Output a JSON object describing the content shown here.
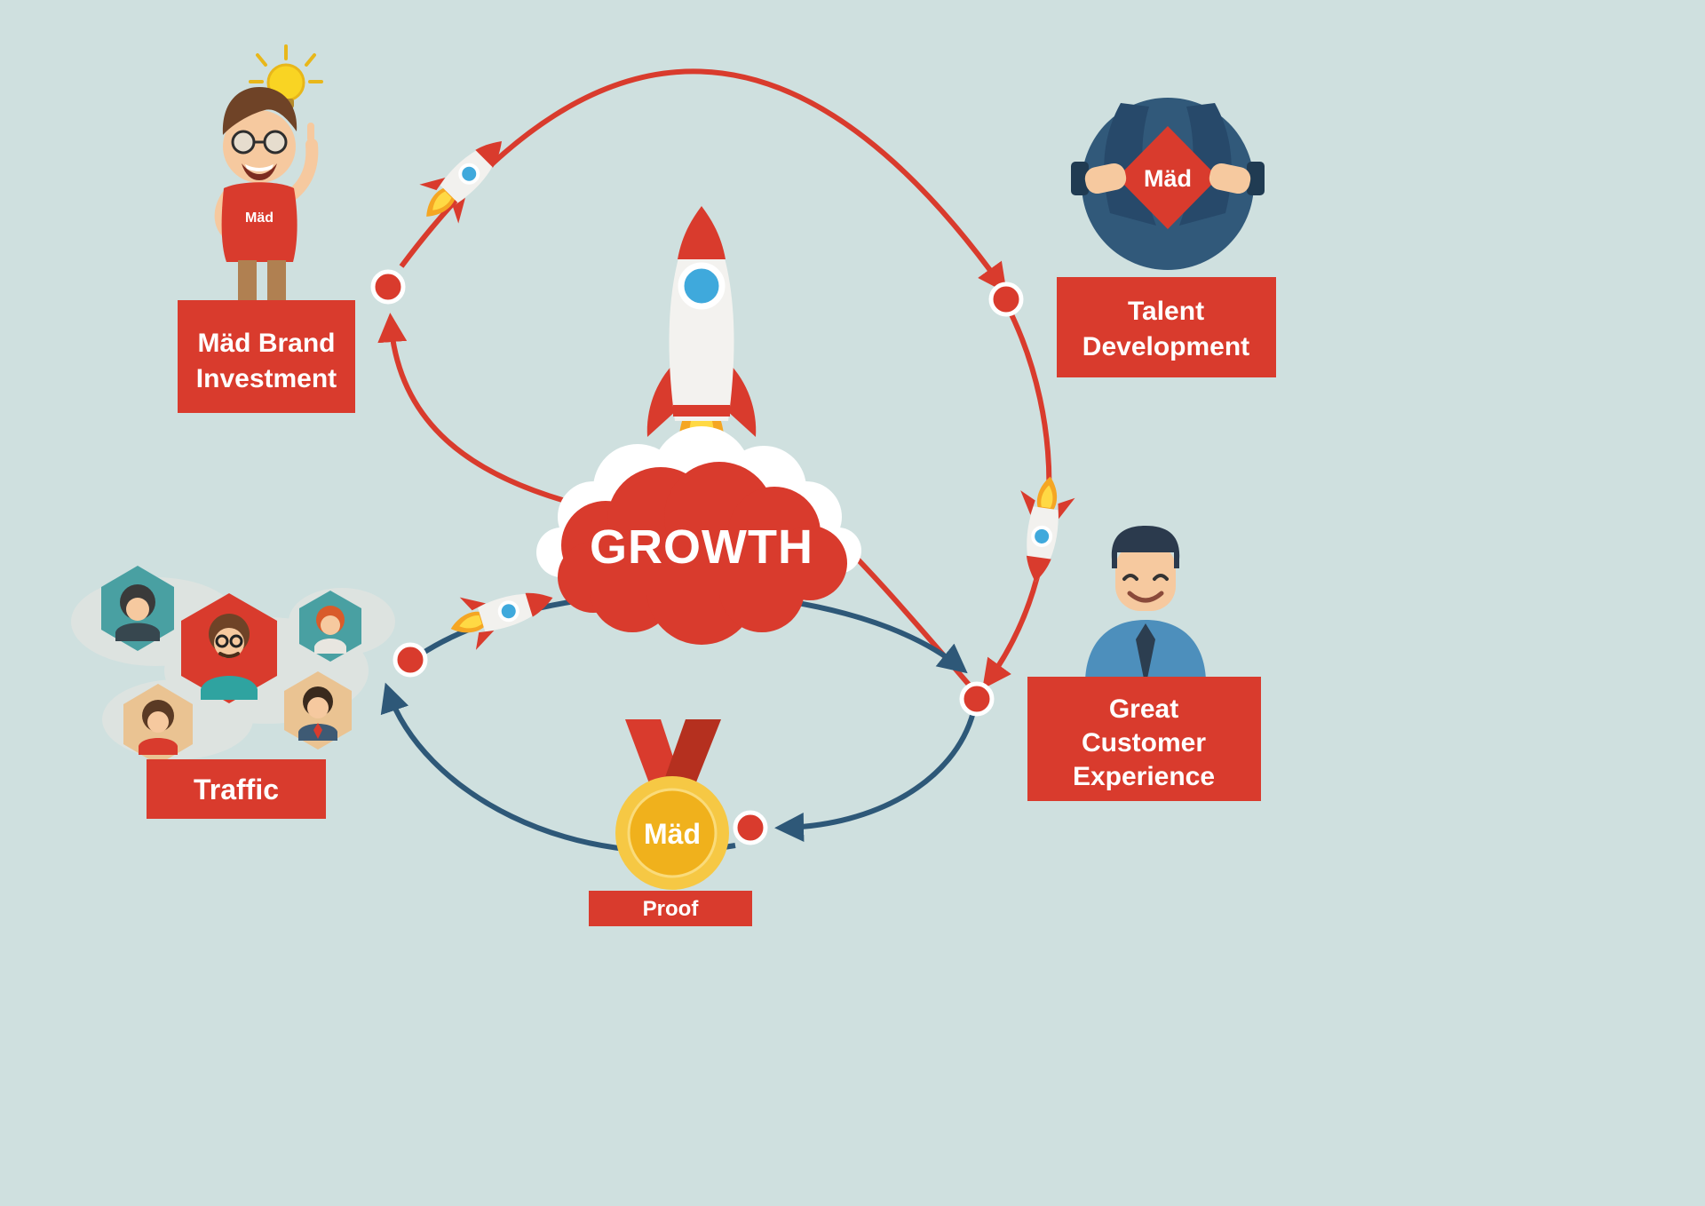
{
  "canvas": {
    "background": "#cfe0df"
  },
  "colors": {
    "red": "#d93b2d",
    "red_dark": "#b5301f",
    "navy_arrow": "#2e5878",
    "steel_blue": "#31597a",
    "sky_blue": "#3fa9dc",
    "gold": "#f6c844",
    "gold_dark": "#f0b11c",
    "skin": "#f6c99f",
    "teal": "#49a0a2",
    "tan": "#eac392",
    "flame_orange": "#f5a623",
    "flame_yellow": "#ffd944",
    "white": "#ffffff"
  },
  "center": {
    "label": "GROWTH"
  },
  "brand": {
    "lines": [
      "Mäd Brand",
      "Investment"
    ],
    "shirt_text": "Mäd"
  },
  "talent": {
    "lines": [
      "Talent",
      "Development"
    ],
    "badge_text": "Mäd"
  },
  "customer": {
    "lines": [
      "Great",
      "Customer",
      "Experience"
    ]
  },
  "traffic": {
    "label": "Traffic"
  },
  "proof": {
    "label": "Proof",
    "medal_text": "Mäd"
  }
}
